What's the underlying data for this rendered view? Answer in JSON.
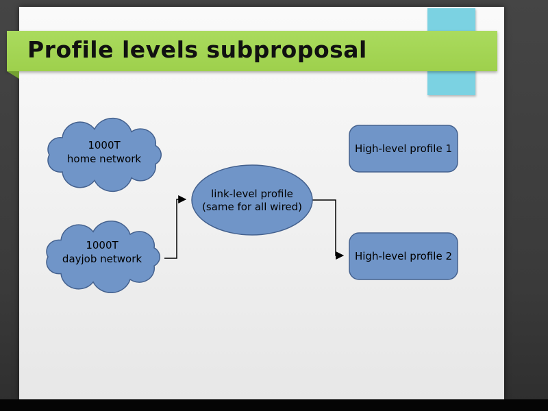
{
  "slide": {
    "title": "Profile levels subproposal"
  },
  "diagram": {
    "clouds": [
      {
        "line1": "1000T",
        "line2": "home network"
      },
      {
        "line1": "1000T",
        "line2": "dayjob network"
      }
    ],
    "ellipse": {
      "line1": "link-level profile",
      "line2": "(same for all wired)"
    },
    "boxes": [
      {
        "label": "High-level profile 1"
      },
      {
        "label": "High-level profile 2"
      }
    ]
  },
  "colors": {
    "shape_fill": "#7095c8",
    "shape_border": "#44618e",
    "banner_green": "#9ed04c",
    "banner_fold_green": "#74a032",
    "ribbon_cyan": "#7bd2e2",
    "connector": "#000000",
    "slide_background": "#f0f0f0",
    "outer_background": "#3b3b3b"
  }
}
